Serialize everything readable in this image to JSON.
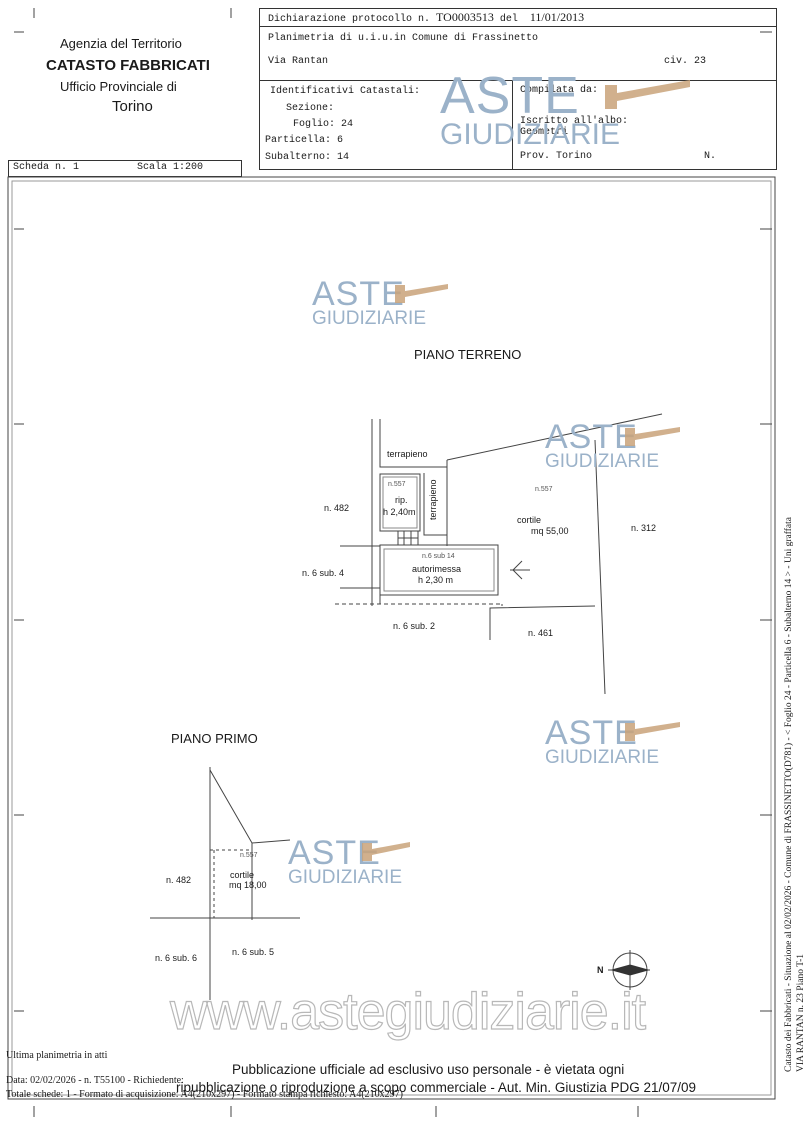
{
  "header": {
    "agency": "Agenzia del Territorio",
    "office": "CATASTO FABBRICATI",
    "province_office": "Ufficio Provinciale di",
    "city": "Torino",
    "declaration_label": "Dichiarazione protocollo n.",
    "protocol_no": "TO0003513",
    "date_label": "del",
    "date": "11/01/2013",
    "plan_line": "Planimetria di u.i.u.in Comune di Frassinetto",
    "street": "Via Rantan",
    "civic": "civ. 23",
    "ids_label": "Identificativi Catastali:",
    "sezione": "Sezione:",
    "foglio": "Foglio: 24",
    "particella": "Particella: 6",
    "subalterno": "Subalterno: 14",
    "compilata": "Compilata da:",
    "iscritto": "Iscritto all'albo:",
    "profession": "Geometri",
    "prov": "Prov. Torino",
    "n_label": "N.",
    "scheda": "Scheda n. 1",
    "scala": "Scala 1:200"
  },
  "watermark": {
    "line1": "ASTE",
    "line2": "GIUDIZIARIE"
  },
  "ground_floor": {
    "title": "PIANO TERRENO",
    "terrapieno_top": "terrapieno",
    "terrapieno_side": "terrapieno",
    "n557_rip": "n.557",
    "rip": "rip.",
    "rip_h": "h 2,40m",
    "n482": "n. 482",
    "n557_cortile": "n.557",
    "cortile": "cortile",
    "cortile_mq": "mq 55,00",
    "n312": "n. 312",
    "n6sub14": "n.6 sub 14",
    "autorimessa": "autorimessa",
    "autorimessa_h": "h 2,30 m",
    "n6sub4": "n. 6 sub. 4",
    "n6sub2": "n. 6 sub. 2",
    "n461": "n. 461"
  },
  "first_floor": {
    "title": "PIANO PRIMO",
    "n557": "n.557",
    "cortile": "cortile",
    "cortile_mq": "mq 18,00",
    "n482": "n. 482",
    "n6sub6": "n. 6 sub. 6",
    "n6sub5": "n. 6 sub. 5"
  },
  "side_text": {
    "line1": "Catasto dei Fabbricati - Situazione al 02/02/2026 - Comune di FRASSINETTO(D781) - < Foglio 24 - Particella 6 - Subalterno 14 > - Uni graffata",
    "line2": "VIA RANTAN n. 23 Piano T-1"
  },
  "footer": {
    "website": "www.astegiudiziarie.it",
    "last_plan": "Ultima planimetria in atti",
    "data_line": "Data: 02/02/2026 - n. T55100 - Richiedente:",
    "totale_line": "Totale schede: 1 - Formato di acquisizione: A4(210x297) - Formato stampa richiesto: A4(210x297)",
    "pub1": "Pubblicazione ufficiale ad esclusivo uso personale - è vietata ogni",
    "pub2": "ripubblicazione o riproduzione a scopo commerciale - Aut. Min. Giustizia PDG 21/07/09"
  }
}
